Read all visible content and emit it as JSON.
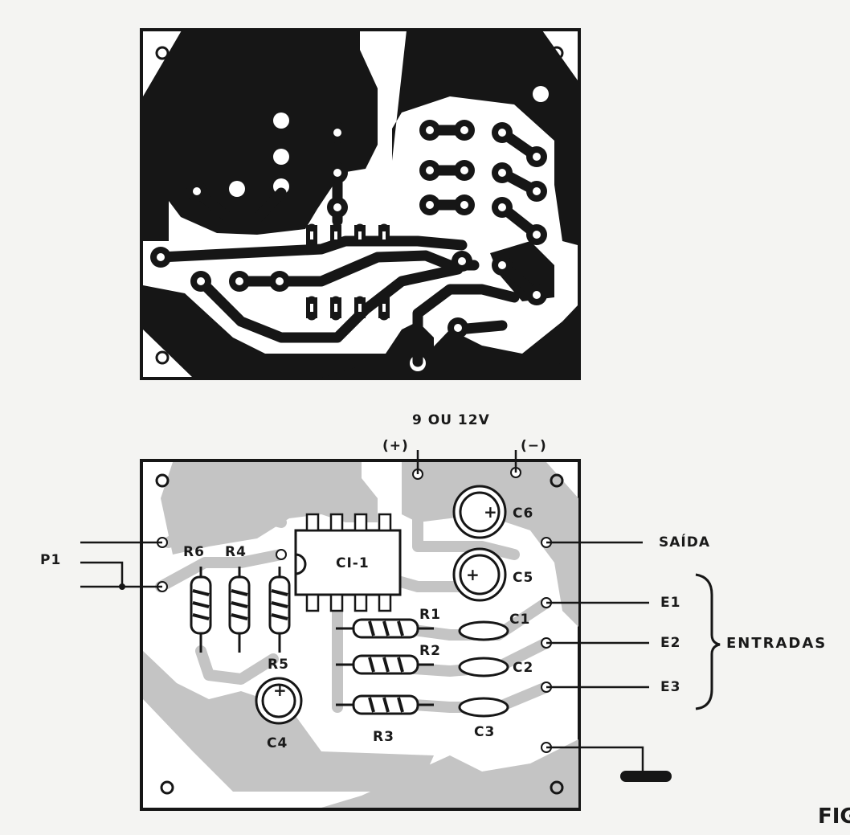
{
  "figure_caption": "FIG",
  "pcb_top": {
    "hole_label": ""
  },
  "layout": {
    "supply_label": "9 OU 12V",
    "plus_label": "(+)",
    "minus_label": "(−)",
    "pot_label": "P1",
    "ic_label": "CI-1",
    "output_label": "SAÍDA",
    "inputs_group_label": "ENTRADAS",
    "inputs": [
      "E1",
      "E2",
      "E3"
    ],
    "resistors": [
      "R6",
      "R4",
      "R5",
      "R1",
      "R2",
      "R3"
    ],
    "capacitors": [
      "C6",
      "C5",
      "C4",
      "C1",
      "C2",
      "C3"
    ]
  },
  "colors": {
    "copper": "#161616",
    "board": "#ffffff",
    "shadow_track": "#bdbdbd",
    "ink": "#1a1a1a",
    "paper": "#f4f4f2"
  }
}
